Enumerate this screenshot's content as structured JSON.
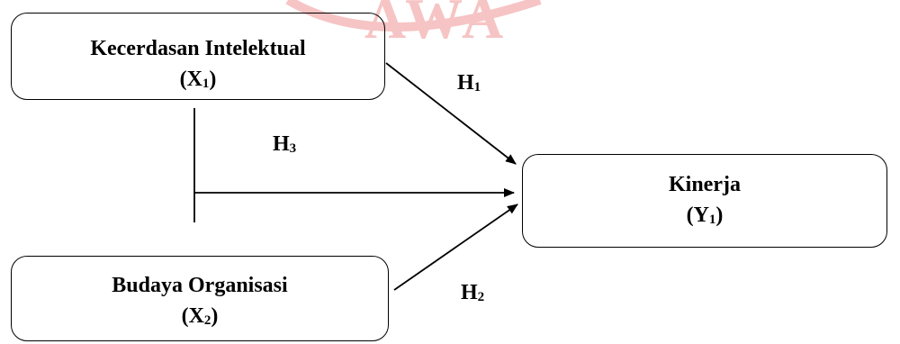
{
  "watermark": {
    "text": "AWA",
    "color": "#f6c4c4"
  },
  "nodes": {
    "x1": {
      "name": "Kecerdasan Intelektual",
      "code_prefix": "(X",
      "code_sub": "1",
      "code_suffix": ")"
    },
    "x2": {
      "name": "Budaya Organisasi",
      "code_prefix": "(X",
      "code_sub": "2",
      "code_suffix": ")"
    },
    "y1": {
      "name": "Kinerja",
      "code_prefix": "(Y",
      "code_sub": "1",
      "code_suffix": ")"
    }
  },
  "hypotheses": {
    "h1": {
      "letter": "H",
      "sub": "1"
    },
    "h2": {
      "letter": "H",
      "sub": "2"
    },
    "h3": {
      "letter": "H",
      "sub": "3"
    }
  }
}
